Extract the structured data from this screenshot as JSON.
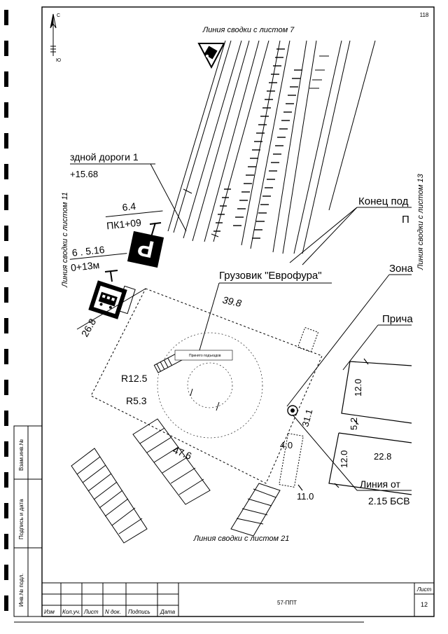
{
  "sheet": {
    "number_top": "118",
    "north": "С",
    "south": "Ю",
    "match_line_top": "Линия сводки с листом 7",
    "match_line_left": "Линия сводки с листом 11",
    "match_line_right": "Линия сводки с листом 13",
    "match_line_bottom": "Линия сводки с листом 21"
  },
  "labels": {
    "road_partial": "здной дороги 1",
    "elev_1": "+15.68",
    "chainage_1_top": "6.4",
    "chainage_1_bot": "ПК1+09",
    "chainage_2_top": "6 . 5.16",
    "chainage_2_bot": "0+13м",
    "truck": "Грузовик \"Еврофура\"",
    "end_partial_1": "Конец под",
    "end_partial_2": "П",
    "zone_partial": "Зона",
    "pier_partial": "Прича",
    "line_partial": "Линия от",
    "bsv_partial": "2.15 БСВ",
    "parking_sign": "P",
    "small_note": "Принято подъездов",
    "dims": {
      "d39_8": "39.8",
      "d26_8": "26.8",
      "r12_5": "R12.5",
      "r5_3": "R5.3",
      "d47_6": "47.6",
      "d12_0a": "12.0",
      "d5_2": "5.2",
      "d31_1": "31.1",
      "d4_0": "4.0",
      "d12_0b": "12.0",
      "d22_8": "22.8",
      "d11_0": "11.0"
    }
  },
  "side_stamp": {
    "inv_sub": "Взам.инв.№",
    "sign_date": "Подпись и дата",
    "inv_orig": "Инв.№ подл."
  },
  "title_block": {
    "headers": [
      "Изм",
      "Кол.уч.",
      "Лист",
      "N док.",
      "Подпись",
      "Дата"
    ],
    "doc_code": "57-ППТ",
    "sheet_label": "Лист",
    "sheet_number": "12"
  }
}
